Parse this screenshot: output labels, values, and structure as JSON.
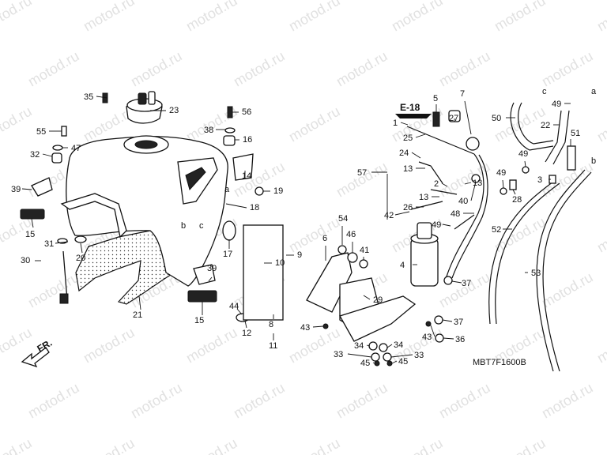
{
  "diagram": {
    "reference_code": "MBT7F1600B",
    "section_ref": "E-18",
    "front_label": "FR.",
    "watermark": "motod.ru",
    "callouts": [
      {
        "id": "c35",
        "label": "35"
      },
      {
        "id": "c23",
        "label": "23"
      },
      {
        "id": "c56",
        "label": "56"
      },
      {
        "id": "c38",
        "label": "38"
      },
      {
        "id": "c16",
        "label": "16"
      },
      {
        "id": "c55",
        "label": "55"
      },
      {
        "id": "c47",
        "label": "47"
      },
      {
        "id": "c32",
        "label": "32"
      },
      {
        "id": "c39a",
        "label": "39"
      },
      {
        "id": "c15a",
        "label": "15"
      },
      {
        "id": "c31",
        "label": "31"
      },
      {
        "id": "c30",
        "label": "30"
      },
      {
        "id": "c20",
        "label": "20"
      },
      {
        "id": "c21",
        "label": "21"
      },
      {
        "id": "c14",
        "label": "14"
      },
      {
        "id": "c19",
        "label": "19"
      },
      {
        "id": "c18",
        "label": "18"
      },
      {
        "id": "c17",
        "label": "17"
      },
      {
        "id": "c9",
        "label": "9"
      },
      {
        "id": "c10",
        "label": "10"
      },
      {
        "id": "c39b",
        "label": "39"
      },
      {
        "id": "c15b",
        "label": "15"
      },
      {
        "id": "c44",
        "label": "44"
      },
      {
        "id": "c12",
        "label": "12"
      },
      {
        "id": "c8",
        "label": "8"
      },
      {
        "id": "c11",
        "label": "11"
      },
      {
        "id": "c57",
        "label": "57"
      },
      {
        "id": "c1",
        "label": "1"
      },
      {
        "id": "c25",
        "label": "25"
      },
      {
        "id": "c5",
        "label": "5"
      },
      {
        "id": "c27",
        "label": "27"
      },
      {
        "id": "c7",
        "label": "7"
      },
      {
        "id": "c24",
        "label": "24"
      },
      {
        "id": "c13a",
        "label": "13"
      },
      {
        "id": "c2",
        "label": "2"
      },
      {
        "id": "c13b",
        "label": "13"
      },
      {
        "id": "c13c",
        "label": "13"
      },
      {
        "id": "c40",
        "label": "40"
      },
      {
        "id": "c26",
        "label": "26"
      },
      {
        "id": "c42",
        "label": "42"
      },
      {
        "id": "c48",
        "label": "48"
      },
      {
        "id": "c49a",
        "label": "49"
      },
      {
        "id": "c54",
        "label": "54"
      },
      {
        "id": "c46",
        "label": "46"
      },
      {
        "id": "c6",
        "label": "6"
      },
      {
        "id": "c41",
        "label": "41"
      },
      {
        "id": "c4",
        "label": "4"
      },
      {
        "id": "c37a",
        "label": "37"
      },
      {
        "id": "c29",
        "label": "29"
      },
      {
        "id": "c43a",
        "label": "43"
      },
      {
        "id": "c37b",
        "label": "37"
      },
      {
        "id": "c43b",
        "label": "43"
      },
      {
        "id": "c36",
        "label": "36"
      },
      {
        "id": "c33a",
        "label": "33"
      },
      {
        "id": "c34a",
        "label": "34"
      },
      {
        "id": "c34b",
        "label": "34"
      },
      {
        "id": "c33b",
        "label": "33"
      },
      {
        "id": "c45a",
        "label": "45"
      },
      {
        "id": "c45b",
        "label": "45"
      },
      {
        "id": "c50",
        "label": "50"
      },
      {
        "id": "c49b",
        "label": "49"
      },
      {
        "id": "c22",
        "label": "22"
      },
      {
        "id": "c51",
        "label": "51"
      },
      {
        "id": "c49c",
        "label": "49"
      },
      {
        "id": "c49d",
        "label": "49"
      },
      {
        "id": "c28",
        "label": "28"
      },
      {
        "id": "c3",
        "label": "3"
      },
      {
        "id": "c52",
        "label": "52"
      },
      {
        "id": "c53",
        "label": "53"
      }
    ],
    "letter_marks": [
      {
        "id": "la",
        "label": "a"
      },
      {
        "id": "lb",
        "label": "b"
      },
      {
        "id": "lc",
        "label": "c"
      },
      {
        "id": "lc2",
        "label": "c"
      },
      {
        "id": "la2",
        "label": "a"
      },
      {
        "id": "lb2",
        "label": "b"
      }
    ]
  }
}
